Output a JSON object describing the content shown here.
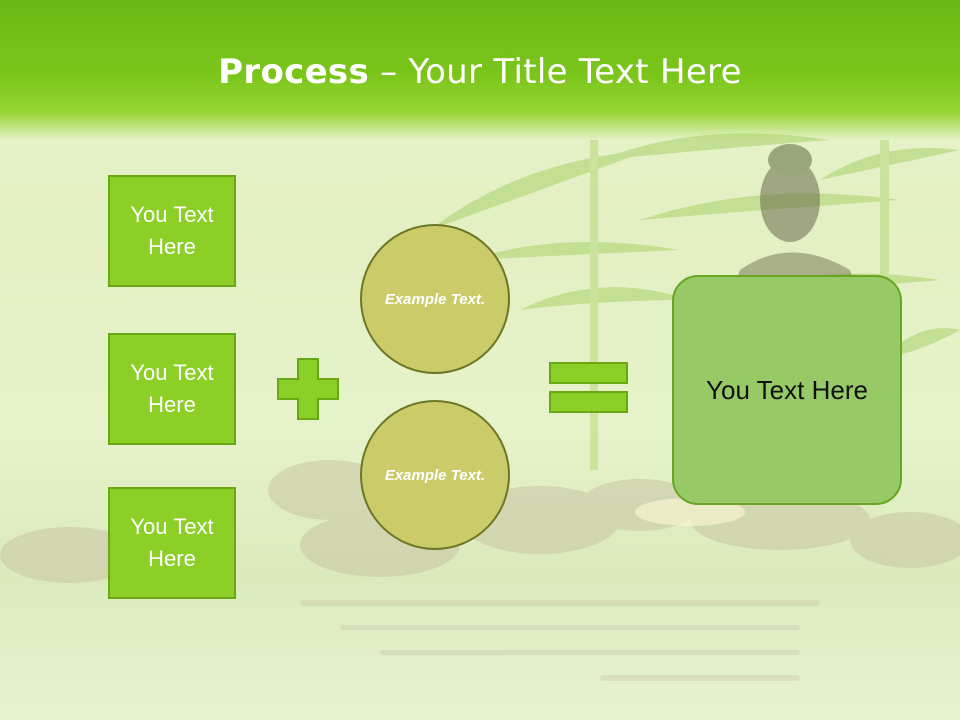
{
  "slide": {
    "title_bold": "Process",
    "title_rest": " – Your Title Text Here"
  },
  "inputs": [
    {
      "label": "You Text Here"
    },
    {
      "label": "You Text Here"
    },
    {
      "label": "You Text Here"
    }
  ],
  "circles": [
    {
      "label": "Example Text."
    },
    {
      "label": "Example Text."
    }
  ],
  "result": {
    "label": "You Text Here"
  },
  "colors": {
    "title_band": "#7cc61b",
    "box_fill": "#8ccf26",
    "circle_fill": "#cccb6a",
    "result_fill": "#97c967",
    "symbol_fill": "#8ccf26"
  },
  "icons": {
    "plus": "plus-icon",
    "equals": "equals-icon"
  }
}
